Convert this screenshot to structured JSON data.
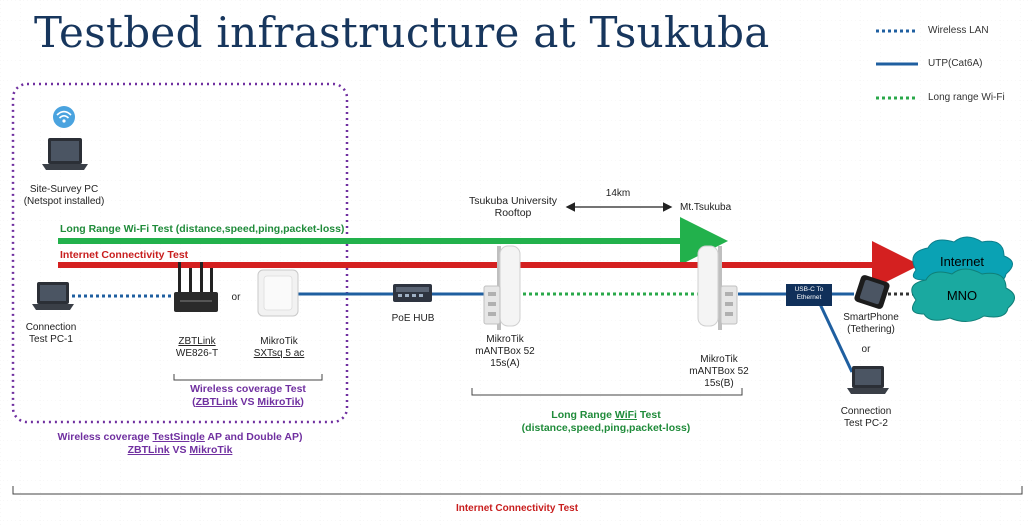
{
  "title": "Testbed infrastructure at Tsukuba",
  "legend": [
    {
      "label": "Wireless LAN",
      "style": "dotted",
      "color": "#1f5fa0"
    },
    {
      "label": "UTP(Cat6A)",
      "style": "solid",
      "color": "#1f5fa0"
    },
    {
      "label": "Long range Wi-Fi",
      "style": "dotted",
      "color": "#2aa84a"
    }
  ],
  "colors": {
    "title": "#17365d",
    "green_arrow": "#22b14c",
    "red_arrow": "#d42020",
    "purple": "#7030a0",
    "utp": "#1f5fa0",
    "cloud": "#1aa9a0",
    "cloud_inner": "#0aa2b4"
  },
  "nodes": {
    "site_survey_pc": {
      "line1": "Site-Survey PC",
      "line2": "(Netspot installed)"
    },
    "connection_pc1": {
      "line1": "Connection",
      "line2": "Test PC-1"
    },
    "zbtlink": {
      "line1": "ZBTLink",
      "line2": "WE826-T"
    },
    "or1": "or",
    "mikrotik_sxt": {
      "line1": "MikroTik",
      "line2": "SXTsq 5 ac"
    },
    "poe_hub": "PoE HUB",
    "mantbox_a": {
      "line1": "MikroTik",
      "line2": "mANTBox 52",
      "line3": "15s(A)"
    },
    "mantbox_b": {
      "line1": "MikroTik",
      "line2": "mANTBox 52",
      "line3": "15s(B)"
    },
    "usbc": {
      "line1": "USB-C To",
      "line2": "Ethernet"
    },
    "smartphone": {
      "line1": "SmartPhone",
      "line2": "(Tethering)"
    },
    "or2": "or",
    "connection_pc2": {
      "line1": "Connection",
      "line2": "Test PC-2"
    },
    "internet": "Internet",
    "mno": "MNO"
  },
  "locations": {
    "tsukuba_univ": {
      "line1": "Tsukuba University",
      "line2": "Rooftop"
    },
    "distance": "14km",
    "mt_tsukuba": "Mt.Tsukuba"
  },
  "arrows": {
    "green": "Long Range Wi-Fi Test (distance,speed,ping,packet-loss)",
    "red": "Internet Connectivity Test"
  },
  "tests": {
    "wireless_coverage": {
      "line1": "Wireless coverage Test",
      "line2a": "(",
      "line2b": "ZBTLink",
      "line2c": " VS ",
      "line2d": "MikroTik",
      "line2e": ")"
    },
    "wireless_coverage_ap": {
      "line1a": "Wireless coverage ",
      "line1b": "TestSingle",
      "line1c": " AP and Double AP)",
      "line2a": "ZBTLink",
      "line2b": " VS ",
      "line2c": "MikroTik"
    },
    "long_range": {
      "line1a": "Long Range ",
      "line1b": "WiFi",
      "line1c": " Test",
      "line2": "(distance,speed,ping,packet-loss)"
    },
    "internet_connectivity": "Internet Connectivity Test"
  }
}
